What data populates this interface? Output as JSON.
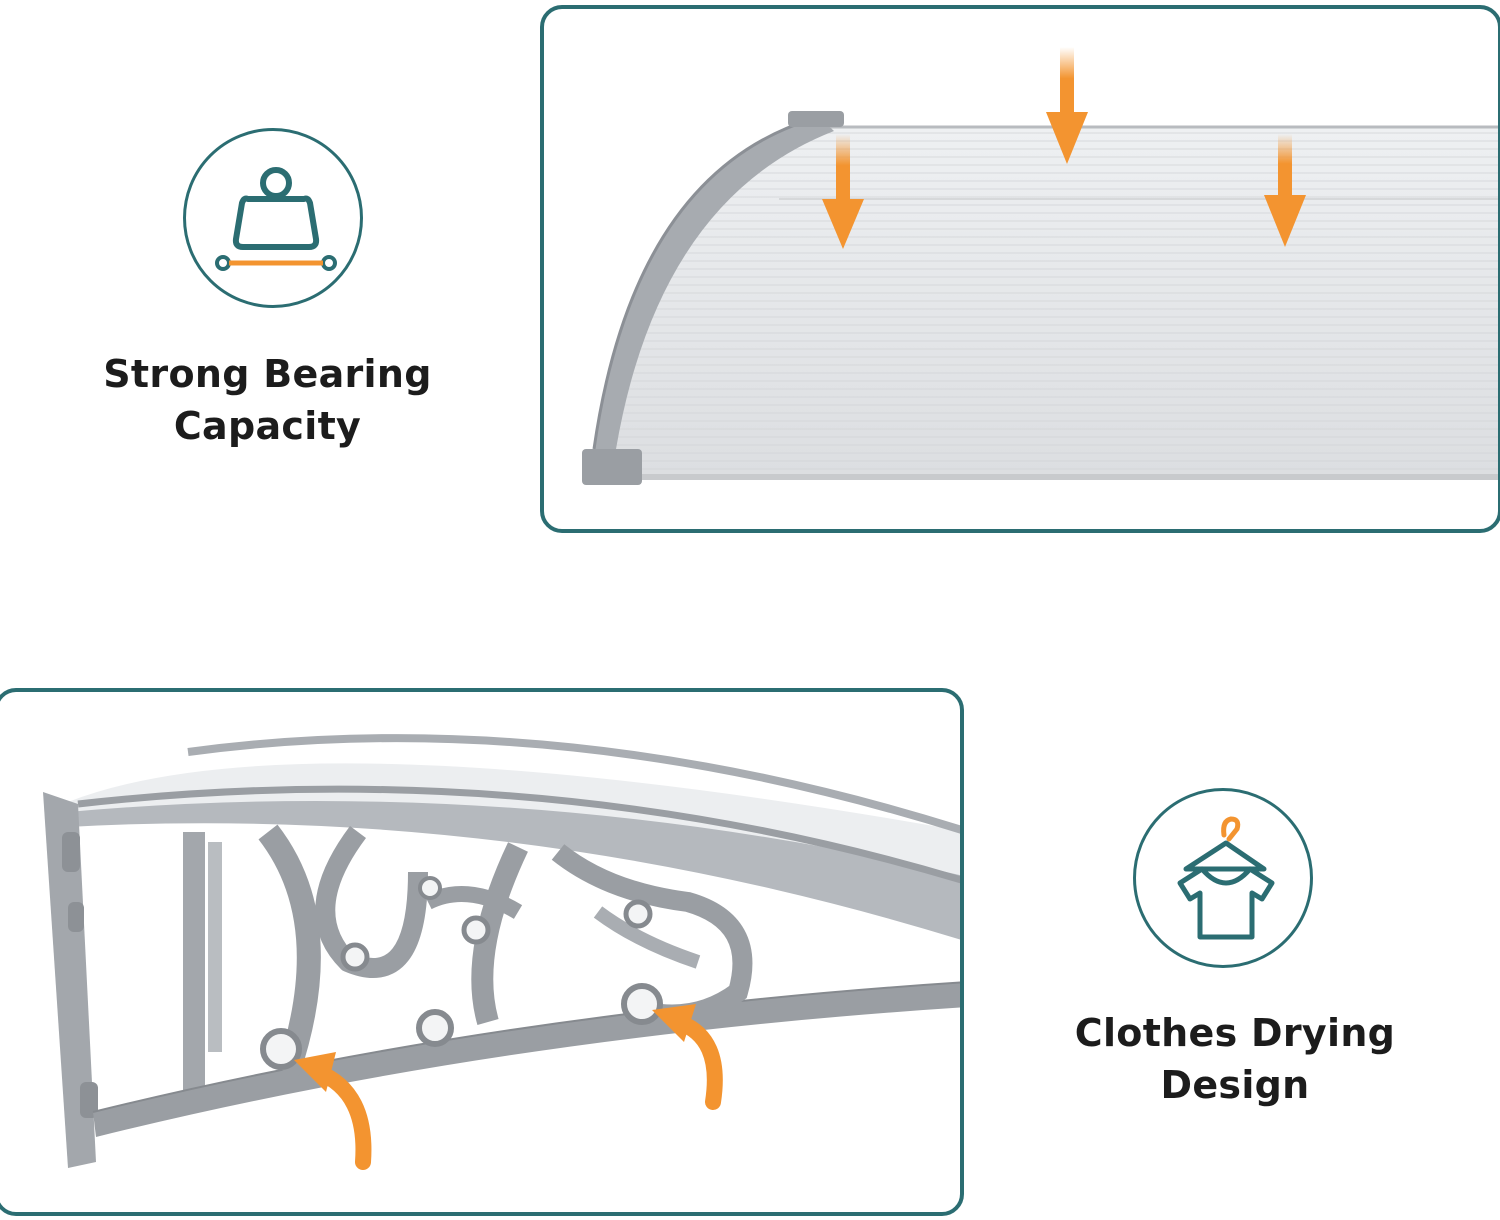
{
  "features": [
    {
      "label_line1": "Strong Bearing",
      "label_line2": "Capacity",
      "icon": "weight-icon"
    },
    {
      "label_line1": "Clothes Drying",
      "label_line2": "Design",
      "icon": "shirt-hanger-icon"
    }
  ],
  "colors": {
    "accent_teal": "#2b6d72",
    "accent_orange": "#f39430",
    "frame_gray": "#9a9ea3",
    "panel_gray": "#e2e3e5"
  }
}
